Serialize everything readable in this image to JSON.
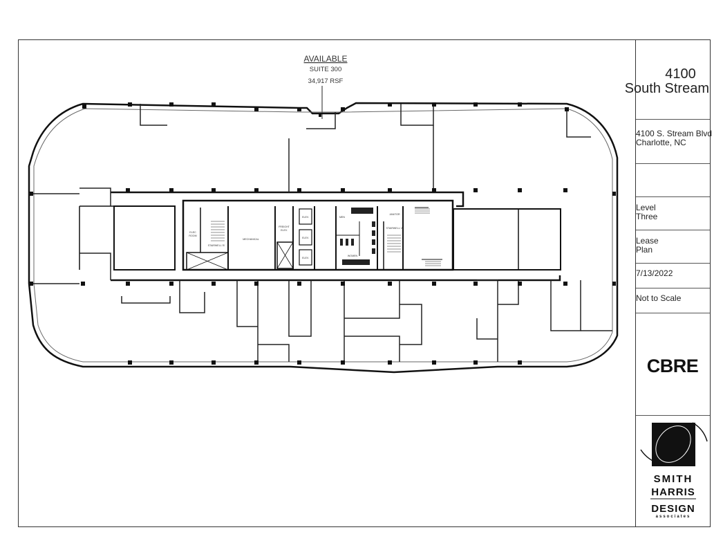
{
  "plan": {
    "header": {
      "status": "AVAILABLE",
      "suite": "SUITE 300",
      "area": "34,917 RSF"
    },
    "rooms": {
      "elec_room_1": "ELEC",
      "elec_room_2": "ROOM",
      "stairwell_b": "STAIRWELL 'B'",
      "mechanical": "MECHANICAL",
      "freight_1": "FREIGHT",
      "freight_2": "ELEV.",
      "elev_1": "ELEV.",
      "elev_2": "ELEV.",
      "elev_3": "ELEV.",
      "men": "MEN",
      "women": "WOMEN",
      "janitor": "JANITOR",
      "stairwell_a": "STAIRWELL 'A'"
    }
  },
  "title_block": {
    "building_line1": "4100",
    "building_line2": "South Stream",
    "address_line1": "4100 S. Stream Blvd",
    "address_line2": "Charlotte, NC",
    "level_line1": "Level",
    "level_line2": "Three",
    "plan_line1": "Lease",
    "plan_line2": "Plan",
    "date": "7/13/2022",
    "scale": "Not to Scale",
    "broker_logo": "CBRE",
    "architect_logo": {
      "line1": "SMITH",
      "line2": "HARRIS",
      "line3": "DESIGN",
      "line4": "associates"
    }
  }
}
